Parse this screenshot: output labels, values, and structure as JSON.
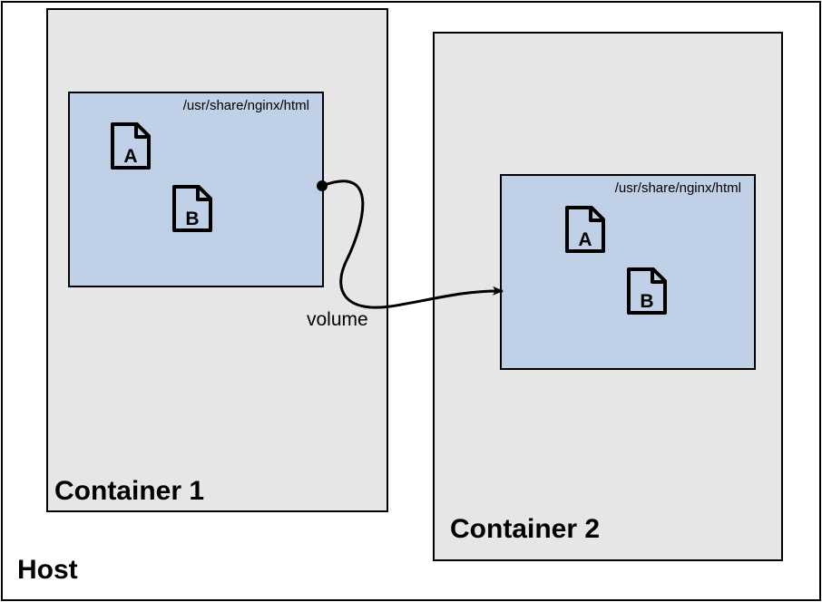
{
  "host": {
    "label": "Host"
  },
  "containers": [
    {
      "label": "Container 1",
      "directory": {
        "path": "/usr/share/nginx/html",
        "files": [
          {
            "letter": "A"
          },
          {
            "letter": "B"
          }
        ]
      }
    },
    {
      "label": "Container 2",
      "directory": {
        "path": "/usr/share/nginx/html",
        "files": [
          {
            "letter": "A"
          },
          {
            "letter": "B"
          }
        ]
      }
    }
  ],
  "connector": {
    "label": "volume"
  },
  "icons": {
    "file": "file-icon",
    "connector_start": "dot-icon",
    "connector_end": "arrowhead-icon"
  },
  "colors": {
    "host_background": "#ffffff",
    "container_background": "#e6e6e6",
    "directory_background": "#c0d0e6",
    "stroke": "#000000"
  }
}
